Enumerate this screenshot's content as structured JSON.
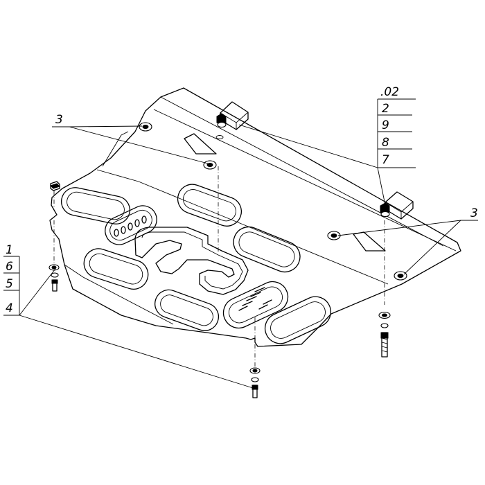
{
  "callouts": {
    "left_group": [
      "1",
      "6",
      "5",
      "4"
    ],
    "right_group": [
      ".02",
      "2",
      "9",
      "8",
      "7"
    ],
    "plate_fastener_upper_left": "3",
    "plate_fastener_right": "3"
  }
}
